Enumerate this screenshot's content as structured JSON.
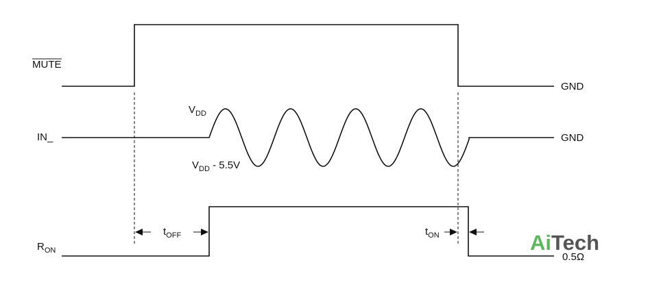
{
  "signals": {
    "mute": {
      "label": "MUTE",
      "right_label": "GND"
    },
    "in": {
      "label": "IN_",
      "right_label": "GND"
    },
    "ron": {
      "label_main": "R",
      "label_sub": "ON",
      "right_label": "0.5Ω"
    }
  },
  "annotations": {
    "vdd": {
      "main": "V",
      "sub": "DD"
    },
    "vdd_minus": {
      "main": "V",
      "sub": "DD",
      "suffix": " - 5.5V"
    },
    "toff": {
      "main": "t",
      "sub": "OFF"
    },
    "ton": {
      "main": "t",
      "sub": "ON"
    }
  },
  "logo": {
    "part1": "Ai",
    "part2": "Tech",
    "color1": "#5cb85c",
    "color2": "#555555"
  },
  "colors": {
    "line": "#111111",
    "background": "#ffffff"
  }
}
